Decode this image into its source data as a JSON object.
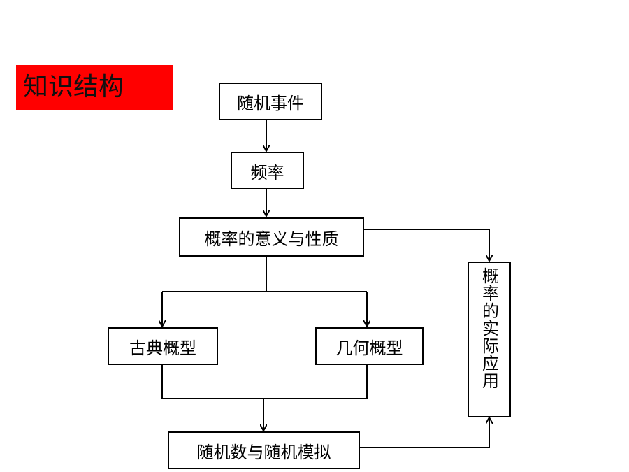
{
  "title": "知识结构",
  "nodes": {
    "random_event": "随机事件",
    "frequency": "频率",
    "prob_meaning": "概率的意义与性质",
    "classical": "古典概型",
    "geometric": "几何概型",
    "random_sim": "随机数与随机模拟",
    "application": "概率的实际应用"
  }
}
